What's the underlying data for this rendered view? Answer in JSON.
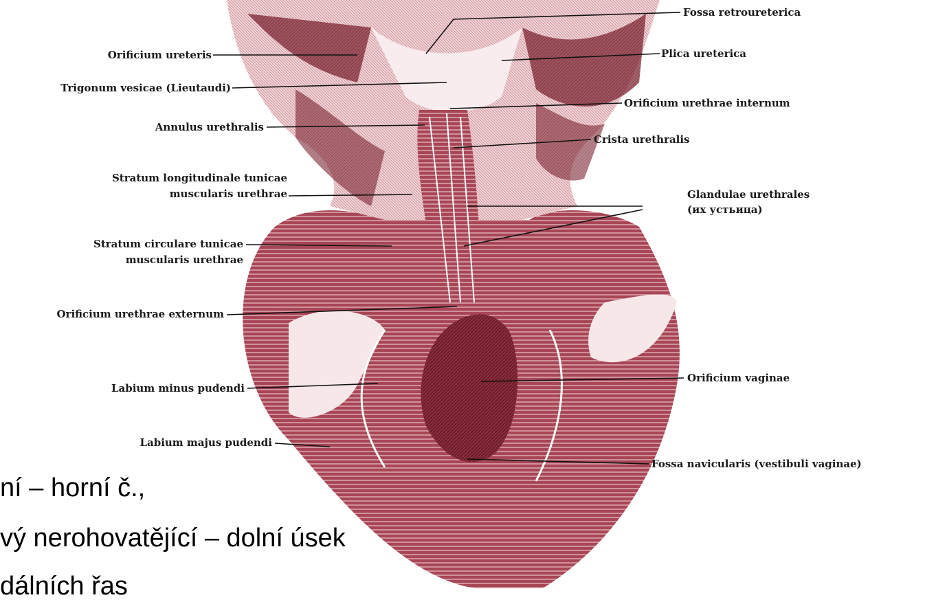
{
  "labels": {
    "fossa_retroureterica": "Fossa retroureterica",
    "orificium_ureteris": "Orificium ureteris",
    "plica_ureterica": "Plica ureterica",
    "trigonum_vesicae": "Trigonum vesicae (Lieutaudi)",
    "orificium_urethrae_internum": "Orificium urethrae internum",
    "annulus_urethralis": "Annulus urethralis",
    "crista_urethralis": "Crista urethralis",
    "stratum_longitudinale_1": "Stratum longitudinale tunicae",
    "stratum_longitudinale_2": "muscularis urethrae",
    "glandulae_urethrales_1": "Glandulae urethrales",
    "glandulae_urethrales_2": "(их устьица)",
    "stratum_circulare_1": "Stratum circulare tunicae",
    "stratum_circulare_2": "muscularis urethrae",
    "orificium_urethrae_externum": "Orificium urethrae externum",
    "labium_minus": "Labium minus pudendi",
    "orificium_vaginae": "Orificium vaginae",
    "labium_majus": "Labium majus pudendi",
    "fossa_navicularis": "Fossa navicularis (vestibuli vaginae)"
  },
  "slide_text": {
    "line1": "ní – horní č.,",
    "line2": "vý nerohovatějící – dolní úsek",
    "line3": "dálních řas"
  },
  "colors": {
    "tissue_dark": "#6e1e2a",
    "tissue_mid": "#a8404e",
    "tissue_light": "#e8c4c8",
    "tissue_pale": "#f3e1e2"
  }
}
